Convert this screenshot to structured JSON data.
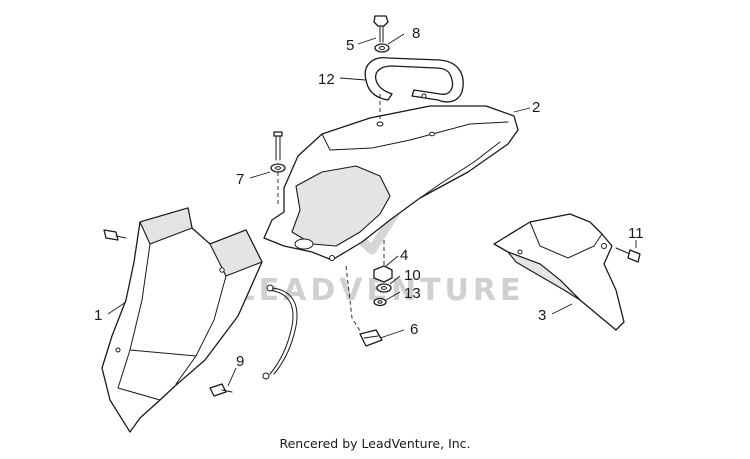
{
  "diagram": {
    "watermark": "LEADVENTURE",
    "callouts": {
      "fender_main": "1",
      "rear_fender": "2",
      "mudguard": "3",
      "nut_4": "4",
      "screw_5": "5",
      "clip_6": "6",
      "washer_7": "7",
      "washer_8": "8",
      "screw_9": "9",
      "washer_10": "10",
      "screw_11": "11",
      "handle_12": "12",
      "washer_13": "13"
    },
    "footer": "Rencered by LeadVenture, Inc."
  }
}
